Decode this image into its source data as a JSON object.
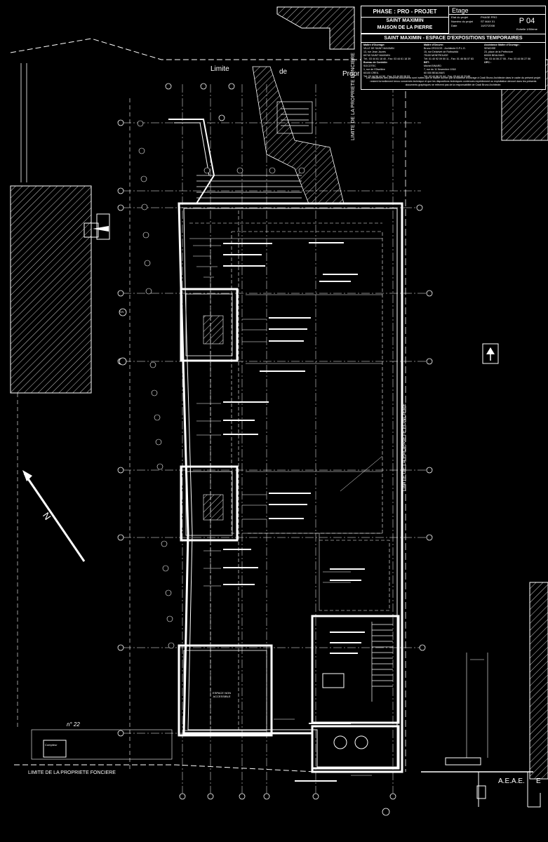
{
  "title_block": {
    "phase": "PHASE : PRO - PROJET",
    "etage": "Etage",
    "project_line1": "SAINT MAXIMIN",
    "project_line2": "MAISON DE LA PIERRE",
    "meta_labels": [
      "Etat du projet",
      "Numéro du projet",
      "Date"
    ],
    "meta_values": [
      "PHASE PRO",
      "ST MAX 01",
      "14/07/2008"
    ],
    "plan_number": "P 04",
    "scale_label": "Echelle",
    "scale_value": "1/50ème",
    "subtitle": "SAINT MAXIMIN - ESPACE D'EXPOSITIONS TEMPORAIRES",
    "owner_title": "Maître d'Ouvrage:",
    "owner_lines": [
      "VILLE DE SAINT MAXIMIN",
      "13, rue Jean Jaurès",
      "60740 SAINT MAXIMIN",
      "Tél.: 03 44 61 18 40 - Fax: 03 44 61 18 39"
    ],
    "architect_title": "Maître d'Oeuvre:",
    "architect_lines": [
      "Bruno CROCOS - Architecte D.P.L.G.",
      "15, rue Delarivet de Rothschild",
      "75100 MONTROUGE",
      "Tél: 01 40 92 09 50 11 - Fax: 01 46 56 07 83"
    ],
    "assistant_title": "Assistance Maître d'Ouvrage :",
    "assistant_lines": [
      "SEMOISE",
      "23, place de la Préfecture",
      "60000 BEAUVAIS",
      "Tél: 03 44 06 27 55 - Fax: 03 44 06 27 56"
    ],
    "control_title": "Bureau de Contrôle:",
    "control_lines": [
      "SOCOTEC",
      "1, rue de l'Oiselière",
      "60100 CREIL",
      "Tél: 03 44 56 44 50 - Fax: 03 44 55 08 53"
    ],
    "opc_title": "OPC :",
    "bet_title": "BET:",
    "bet_lines": [
      "Michel BINARD",
      "7, rue du 11 Novembre 1918",
      "60 000 BEAUVAIS",
      "Tél: 03 44 06 23 44 - Fax: 03 44 15 23 86"
    ],
    "note": "Les utilisateurs des présents documents sont invités que le maître ouvrier par la Maîtrise d'ouvrage à Cradi Bruno Architecte dans le cadre du présent projet restent formellement tenus concernés technique et que les dispositions techniques contenues expédiement ou exploitation devront dans les présents documents graphiques ne relèvent pas de la responsabilité de Cradi Bruno Architecte."
  },
  "labels": {
    "limite": "Limite",
    "de": "de",
    "propr": "Propr",
    "limite_east": "LIMITE DE LA PROPRIETE FONCIERE",
    "limite_east_lower": "LIMITE DE LA PROPRIETE FONCIERE",
    "limite_south": "LIMITE DE LA PROPRIETE FONCIERE",
    "north": "N",
    "n22": "n° 22",
    "compteur": "Compteur",
    "aeae": "A.E.A.E.",
    "e": "E",
    "espace": "ESPACE NON ACCESSIBLE",
    "tr": "T.R."
  },
  "colors": {
    "background": "#000000",
    "lines": "#ffffff",
    "hatch": "#ffffff"
  }
}
